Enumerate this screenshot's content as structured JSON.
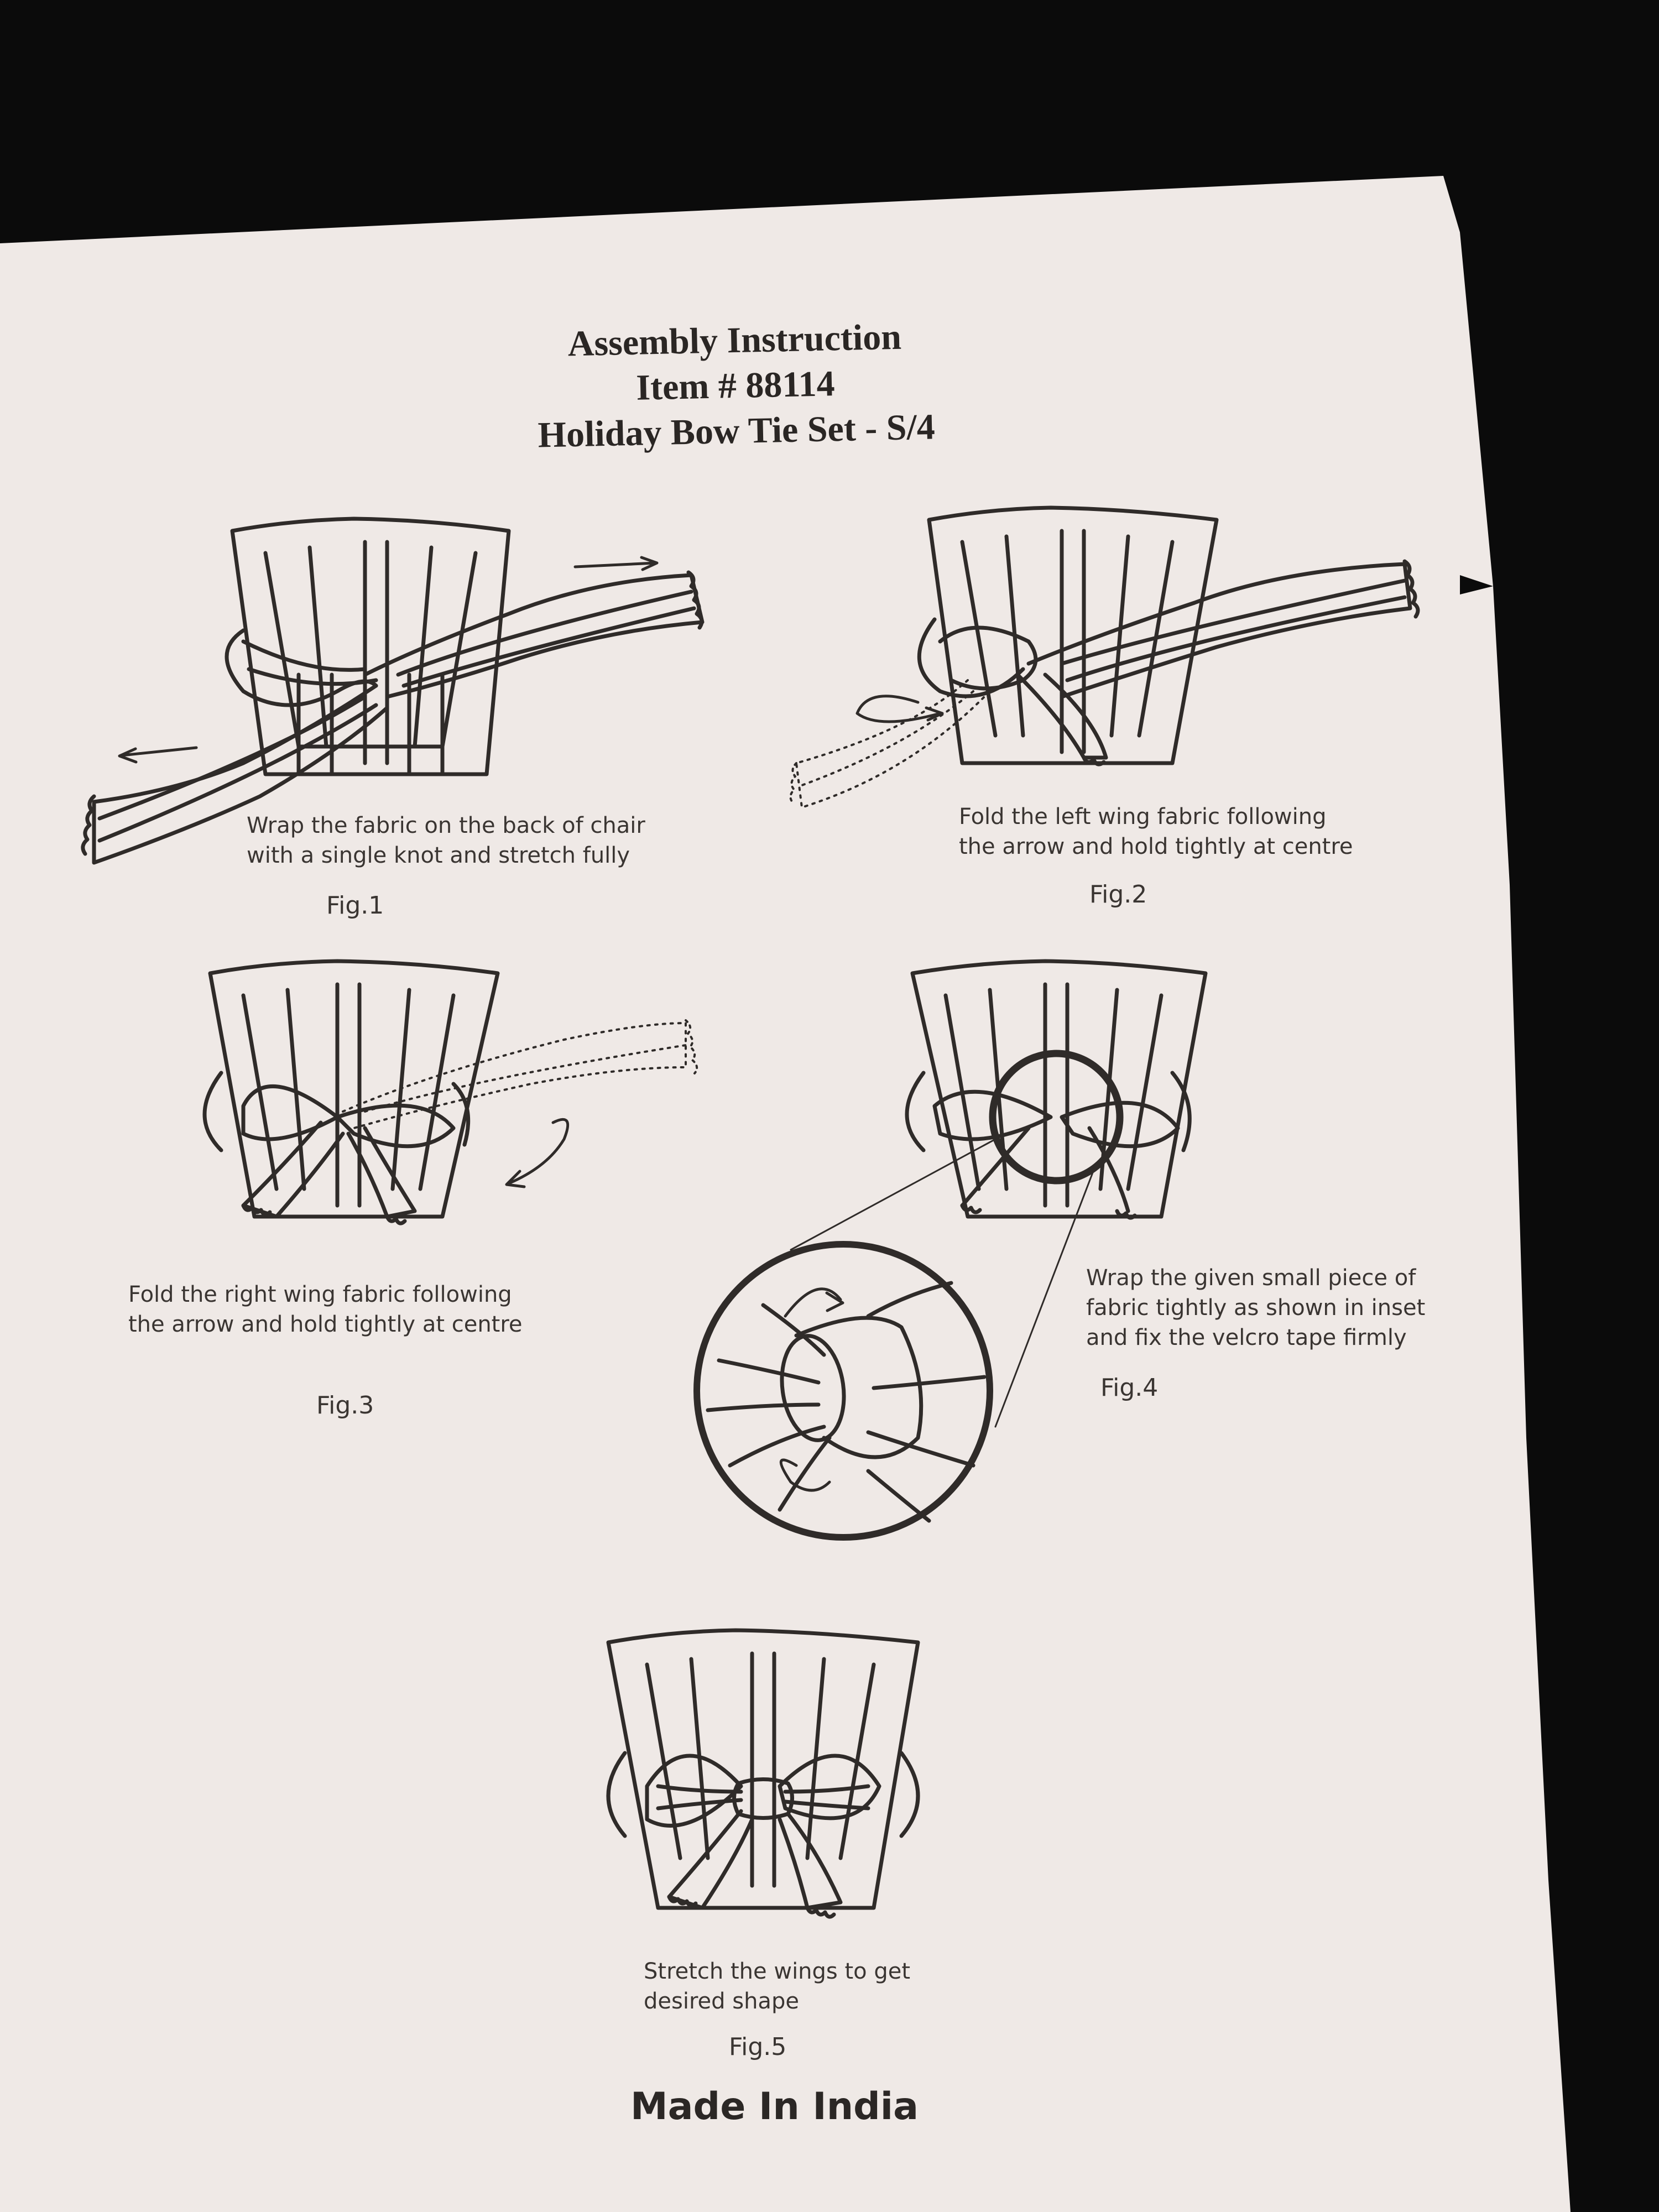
{
  "header": {
    "line1": "Assembly Instruction",
    "line2": "Item # 88114",
    "line3": "Holiday Bow Tie Set - S/4"
  },
  "steps": [
    {
      "caption_line1": "Wrap the fabric on the back of chair",
      "caption_line2": "with a single knot and stretch fully",
      "label": "Fig.1"
    },
    {
      "caption_line1": "Fold the left wing fabric following",
      "caption_line2": "the arrow and hold tightly at centre",
      "label": "Fig.2"
    },
    {
      "caption_line1": "Fold the right wing fabric following",
      "caption_line2": "the arrow and hold tightly at centre",
      "label": "Fig.3"
    },
    {
      "caption_line1": "Wrap the given small piece of",
      "caption_line2": "fabric tightly as shown in inset",
      "caption_line3": "and fix the velcro tape firmly",
      "label": "Fig.4"
    },
    {
      "caption_line1": "Stretch the wings to get",
      "caption_line2": "desired shape",
      "label": "Fig.5"
    }
  ],
  "footer": {
    "origin": "Made In India"
  },
  "colors": {
    "paper": "#efe9e6",
    "ink": "#2f2b29",
    "background": "#0b0b0b"
  }
}
